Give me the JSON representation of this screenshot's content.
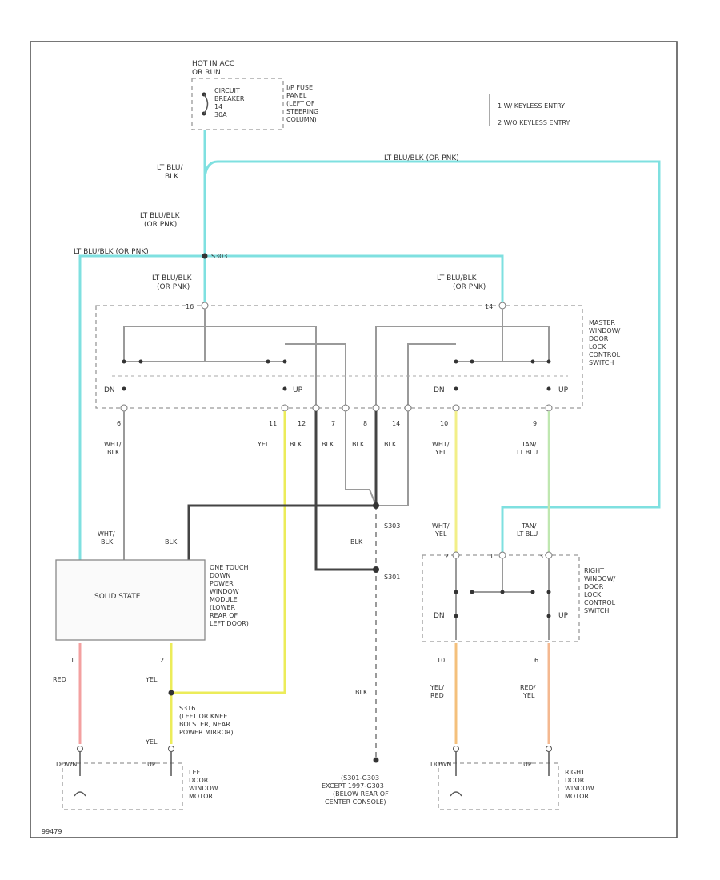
{
  "hot_label_1": "HOT IN ACC",
  "hot_label_2": "OR RUN",
  "breaker_1": "CIRCUIT",
  "breaker_2": "BREAKER",
  "breaker_3": "14",
  "breaker_4": "30A",
  "ip_1": "I/P FUSE",
  "ip_2": "PANEL",
  "ip_3": "(LEFT OF",
  "ip_4": "STEERING",
  "ip_5": "COLUMN)",
  "legend_1": "1  W/ KEYLESS ENTRY",
  "legend_2": "2  W/O KEYLESS ENTRY",
  "w_ltblu_blk": "LT BLU/",
  "w_blk": "BLK",
  "w_ltblu_blk_or_pnk_top": "LT BLU/BLK (OR PNK)",
  "w_ltblu_blk_mid1": "LT BLU/BLK",
  "w_or_pnk": "(OR PNK)",
  "w_ltblu_blk_left": "LT BLU/BLK (OR PNK)",
  "splice_s303": "S303",
  "master_1": "MASTER",
  "master_2": "WINDOW/",
  "master_3": "DOOR",
  "master_4": "LOCK",
  "master_5": "CONTROL",
  "master_6": "SWITCH",
  "sw_dn": "DN",
  "sw_up": "UP",
  "pin_16": "16",
  "pin_14": "14",
  "pin_6": "6",
  "pin_11": "11",
  "pin_12": "12",
  "pin_7": "7",
  "pin_8": "8",
  "pin_14b": "14",
  "pin_10": "10",
  "pin_9": "9",
  "c_wht_blk_1": "WHT/",
  "c_wht_blk_2": "BLK",
  "c_yel": "YEL",
  "c_blk": "BLK",
  "c_wht_yel_1": "WHT/",
  "c_wht_yel_2": "YEL",
  "c_tan_ltblu_1": "TAN/",
  "c_tan_ltblu_2": "LT BLU",
  "one_touch_1": "ONE TOUCH",
  "one_touch_2": "DOWN",
  "one_touch_3": "POWER",
  "one_touch_4": "WINDOW",
  "one_touch_5": "MODULE",
  "one_touch_6": "(LOWER",
  "one_touch_7": "REAR OF",
  "one_touch_8": "LEFT DOOR)",
  "solid_state": "SOLID STATE",
  "mod_pin_1": "1",
  "mod_pin_2": "2",
  "mod_dn": "DN",
  "mod_up": "UP",
  "mod_dn2": "DN",
  "mod_up2": "UP",
  "splice_s303b": "S303",
  "splice_s301": "S301",
  "c_blk2": "BLK",
  "c_blk3": "BLK",
  "right_1": "RIGHT",
  "right_2": "WINDOW/",
  "right_3": "DOOR",
  "right_4": "LOCK",
  "right_5": "CONTROL",
  "right_6": "SWITCH",
  "pin_2r": "2",
  "pin_1r": "1",
  "pin_3r": "3",
  "pin_10r": "10",
  "pin_6r": "6",
  "c_red": "RED",
  "c_yel_red_1": "YEL/",
  "c_yel_red_2": "RED",
  "c_red_yel_1": "RED/",
  "c_red_yel_2": "YEL",
  "c_yel2": "YEL",
  "c_yel3": "YEL",
  "s316_1": "S316",
  "s316_2": "(LEFT OR KNEE",
  "s316_3": "BOLSTER, NEAR",
  "s316_4": "POWER MIRROR)",
  "left_motor_1": "LEFT",
  "left_motor_2": "DOOR",
  "left_motor_3": "WINDOW",
  "left_motor_4": "MOTOR",
  "right_motor_1": "RIGHT",
  "right_motor_2": "DOOR",
  "right_motor_3": "WINDOW",
  "right_motor_4": "MOTOR",
  "g301_1": "(S301-G303",
  "g301_2": "EXCEPT 1997-G303",
  "g301_3": "(BELOW REAR OF",
  "g301_4": "CENTER CONSOLE)",
  "m_dn1": "DOWN",
  "m_up1": "UP",
  "m_dn2": "DOWN",
  "m_up2": "UP",
  "footer": "99479"
}
